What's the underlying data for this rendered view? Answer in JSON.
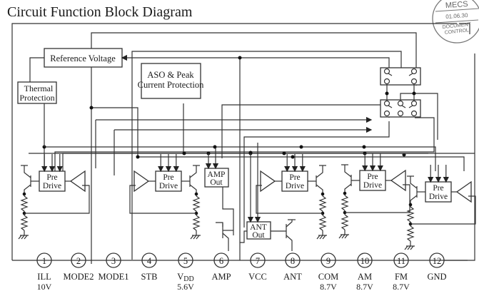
{
  "title": "Circuit Function Block Diagram",
  "stamp": {
    "line1": "MECS",
    "line2": "01.06.30",
    "line3": "DOCUMENT",
    "line4": "CONTROL"
  },
  "blocks": {
    "reference_voltage": "Reference Voltage",
    "thermal_protection": [
      "Thermal",
      "Protection"
    ],
    "aso_protection": [
      "ASO & Peak",
      "Current Protection"
    ],
    "amp_out": [
      "AMP",
      "Out"
    ],
    "ant_out": [
      "ANT",
      "Out"
    ],
    "pre_drive": [
      "Pre",
      "Drive"
    ]
  },
  "pins": [
    {
      "number": "1",
      "name": "ILL",
      "voltage": "10V"
    },
    {
      "number": "2",
      "name": "MODE2",
      "voltage": ""
    },
    {
      "number": "3",
      "name": "MODE1",
      "voltage": ""
    },
    {
      "number": "4",
      "name": "STB",
      "voltage": ""
    },
    {
      "number": "5",
      "name": "V",
      "name_sub": "DD",
      "voltage": "5.6V"
    },
    {
      "number": "6",
      "name": "AMP",
      "voltage": ""
    },
    {
      "number": "7",
      "name": "VCC",
      "voltage": ""
    },
    {
      "number": "8",
      "name": "ANT",
      "voltage": ""
    },
    {
      "number": "9",
      "name": "COM",
      "voltage": "8.7V"
    },
    {
      "number": "10",
      "name": "AM",
      "voltage": "8.7V"
    },
    {
      "number": "11",
      "name": "FM",
      "voltage": "8.7V"
    },
    {
      "number": "12",
      "name": "GND",
      "voltage": ""
    }
  ]
}
